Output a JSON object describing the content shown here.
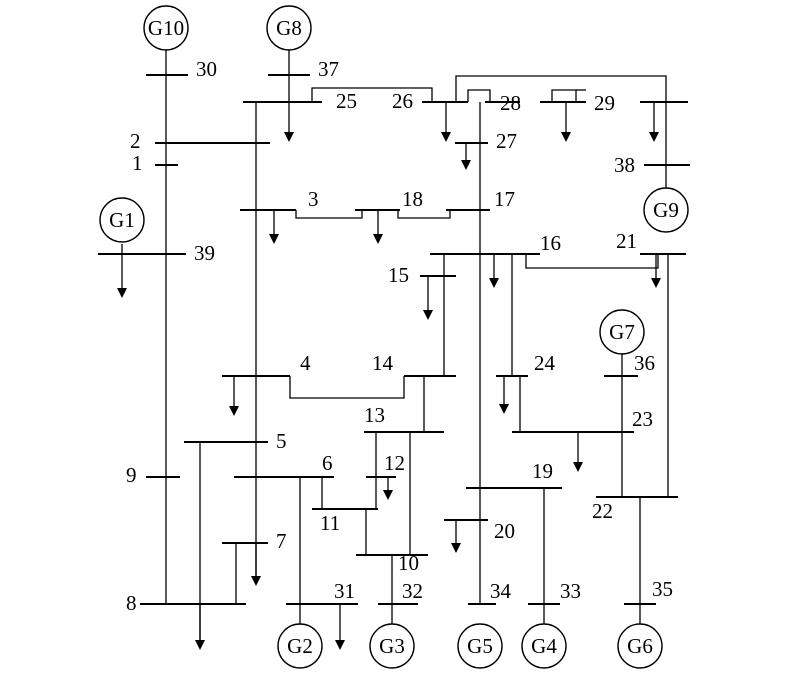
{
  "buses": {
    "b1": "1",
    "b2": "2",
    "b3": "3",
    "b4": "4",
    "b5": "5",
    "b6": "6",
    "b7": "7",
    "b8": "8",
    "b9": "9",
    "b10": "10",
    "b11": "11",
    "b12": "12",
    "b13": "13",
    "b14": "14",
    "b15": "15",
    "b16": "16",
    "b17": "17",
    "b18": "18",
    "b19": "19",
    "b20": "20",
    "b21": "21",
    "b22": "22",
    "b23": "23",
    "b24": "24",
    "b25": "25",
    "b26": "26",
    "b27": "27",
    "b28": "28",
    "b29": "29",
    "b30": "30",
    "b31": "31",
    "b32": "32",
    "b33": "33",
    "b34": "34",
    "b35": "35",
    "b36": "36",
    "b37": "37",
    "b38": "38",
    "b39": "39"
  },
  "generators": {
    "g1": "G1",
    "g2": "G2",
    "g3": "G3",
    "g4": "G4",
    "g5": "G5",
    "g6": "G6",
    "g7": "G7",
    "g8": "G8",
    "g9": "G9",
    "g10": "G10"
  }
}
